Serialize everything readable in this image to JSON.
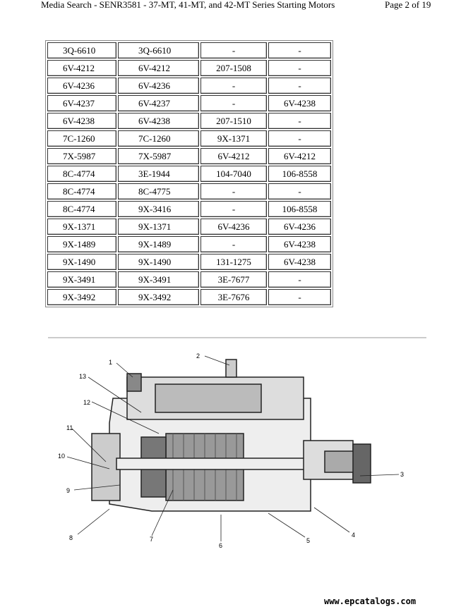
{
  "header": {
    "title": "Media Search - SENR3581 - 37-MT, 41-MT, and 42-MT Series Starting Motors",
    "page": "Page 2 of 19"
  },
  "table": {
    "rows": [
      [
        "3Q-6610",
        "3Q-6610",
        "-",
        "-"
      ],
      [
        "6V-4212",
        "6V-4212",
        "207-1508",
        "-"
      ],
      [
        "6V-4236",
        "6V-4236",
        "-",
        "-"
      ],
      [
        "6V-4237",
        "6V-4237",
        "-",
        "6V-4238"
      ],
      [
        "6V-4238",
        "6V-4238",
        "207-1510",
        "-"
      ],
      [
        "7C-1260",
        "7C-1260",
        "9X-1371",
        "-"
      ],
      [
        "7X-5987",
        "7X-5987",
        "6V-4212",
        "6V-4212"
      ],
      [
        "8C-4774",
        "3E-1944",
        "104-7040",
        "106-8558"
      ],
      [
        "8C-4774",
        "8C-4775",
        "-",
        "-"
      ],
      [
        "8C-4774",
        "9X-3416",
        "-",
        "106-8558"
      ],
      [
        "9X-1371",
        "9X-1371",
        "6V-4236",
        "6V-4236"
      ],
      [
        "9X-1489",
        "9X-1489",
        "-",
        "6V-4238"
      ],
      [
        "9X-1490",
        "9X-1490",
        "131-1275",
        "6V-4238"
      ],
      [
        "9X-3491",
        "9X-3491",
        "3E-7677",
        "-"
      ],
      [
        "9X-3492",
        "9X-3492",
        "3E-7676",
        "-"
      ]
    ]
  },
  "diagram": {
    "callouts": [
      "1",
      "2",
      "3",
      "4",
      "5",
      "6",
      "7",
      "8",
      "9",
      "10",
      "11",
      "12",
      "13"
    ]
  },
  "footer": {
    "url": "www.epcatalogs.com"
  }
}
